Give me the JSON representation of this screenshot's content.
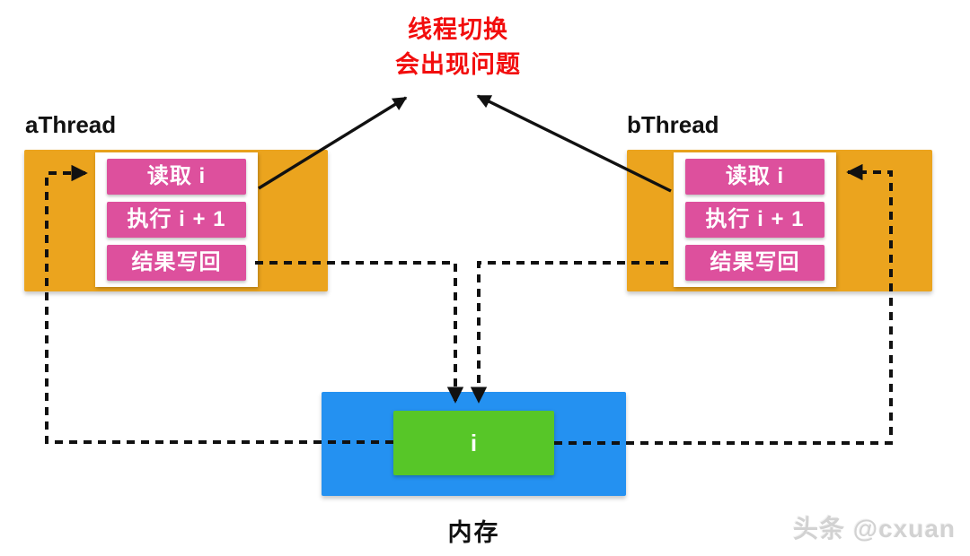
{
  "title": {
    "line1": "线程切换",
    "line2": "会出现问题"
  },
  "threads": [
    {
      "name": "aThread",
      "steps": [
        "读取 i",
        "执行 i + 1",
        "结果写回"
      ]
    },
    {
      "name": "bThread",
      "steps": [
        "读取 i",
        "执行 i + 1",
        "结果写回"
      ]
    }
  ],
  "memory": {
    "label": "内存",
    "variable": "i"
  },
  "watermark": {
    "text": "头条 @cxuan"
  },
  "colors": {
    "thread_box": "#eba41e",
    "step_box": "#dd509d",
    "memory_box": "#2491f1",
    "variable_box": "#57c628",
    "title_text": "#f20d0d",
    "connector": "#111111",
    "watermark": "#d2d2d2"
  }
}
